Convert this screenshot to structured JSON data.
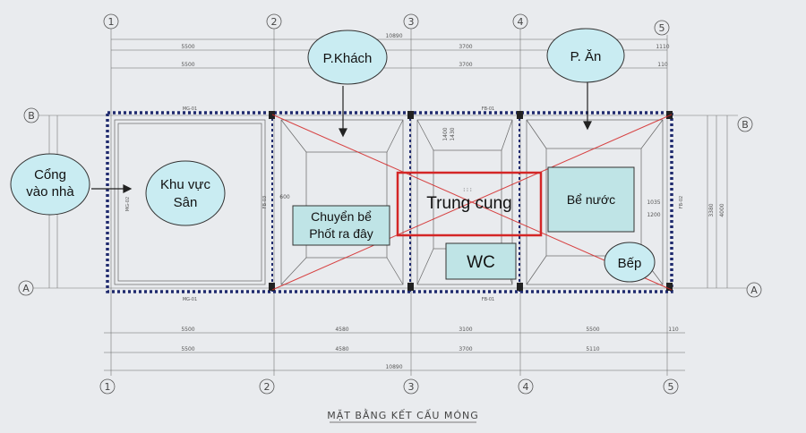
{
  "axes": {
    "top": [
      "1",
      "2",
      "3",
      "4",
      "5"
    ],
    "bottom": [
      "1",
      "2",
      "3",
      "4",
      "5"
    ],
    "left": [
      "B",
      "A"
    ],
    "right": [
      "B",
      "A"
    ]
  },
  "dimensions": {
    "top_total": "10890",
    "top_row1": [
      "5500",
      "3700",
      "1110"
    ],
    "top_row2": [
      "5500",
      "3700",
      "110"
    ],
    "bottom_row1": [
      "5500",
      "4580",
      "3100",
      "5500",
      "110"
    ],
    "bottom_row2": [
      "5500",
      "4580",
      "3700",
      "5110"
    ],
    "bottom_total": "10890",
    "right_dims": [
      "3380",
      "4000"
    ],
    "inner_dims": [
      "1400",
      "1430",
      "1035",
      "1200",
      "600"
    ]
  },
  "beam_codes": {
    "mg01_top": "MG-01",
    "mg01_bottom": "MG-01",
    "mg02": "MG-02",
    "fb01_top": "FB-01",
    "fb01_bottom": "FB-01",
    "fb03": "FB-03",
    "fb02": "FB-02"
  },
  "callouts": {
    "p_khach": "P.Khách",
    "p_an": "P. Ăn",
    "cong_line1": "Cổng",
    "cong_line2": "vào nhà",
    "khu_vuc_line1": "Khu vực",
    "khu_vuc_line2": "Sân",
    "bep": "Bếp"
  },
  "labels": {
    "chuyen_be_line1": "Chuyển bể",
    "chuyen_be_line2": "Phốt ra đây",
    "trung_cung": "Trung cung",
    "be_nuoc": "Bể nước",
    "wc": "WC"
  },
  "plan_title": "MẶT BẰNG KẾT CẤU MÓNG",
  "colors": {
    "background": "#e9ebee",
    "callout_fill": "#c9ecf2",
    "label_box_fill": "#bfe4e6",
    "outline_dotted": "#1f2a6e",
    "red_accent": "#d42626"
  }
}
